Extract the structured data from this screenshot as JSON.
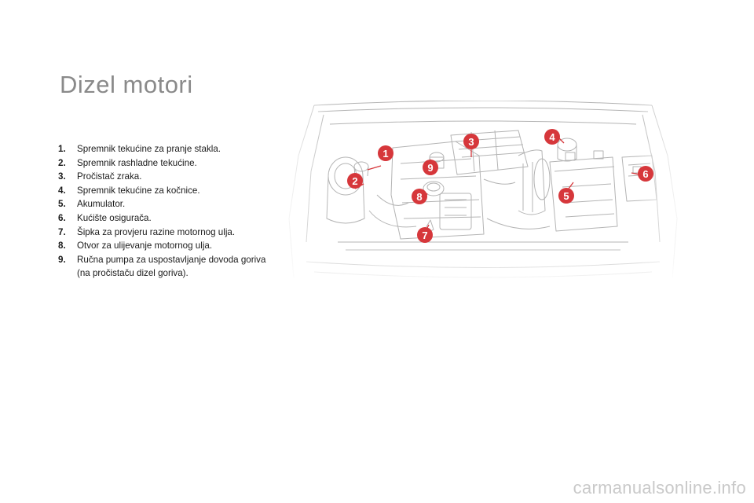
{
  "title": "Dizel motori",
  "legend": [
    {
      "num": "1.",
      "text": "Spremnik tekućine za pranje stakla."
    },
    {
      "num": "2.",
      "text": "Spremnik rashladne tekućine."
    },
    {
      "num": "3.",
      "text": "Pročistač zraka."
    },
    {
      "num": "4.",
      "text": "Spremnik tekućine za kočnice."
    },
    {
      "num": "5.",
      "text": "Akumulator."
    },
    {
      "num": "6.",
      "text": "Kućište osigurača."
    },
    {
      "num": "7.",
      "text": "Šipka za provjeru razine motornog ulja."
    },
    {
      "num": "8.",
      "text": "Otvor za ulijevanje motornog ulja."
    },
    {
      "num": "9.",
      "text": "Ručna pumpa za uspostavljanje dovoda goriva (na pročistaču dizel goriva)."
    }
  ],
  "callouts": [
    "1",
    "2",
    "3",
    "4",
    "5",
    "6",
    "7",
    "8",
    "9"
  ],
  "colors": {
    "callout": "#d6373b",
    "title": "#8a8a8a",
    "linework": "#b4b4b4"
  },
  "watermark": "carmanualsonline.info"
}
